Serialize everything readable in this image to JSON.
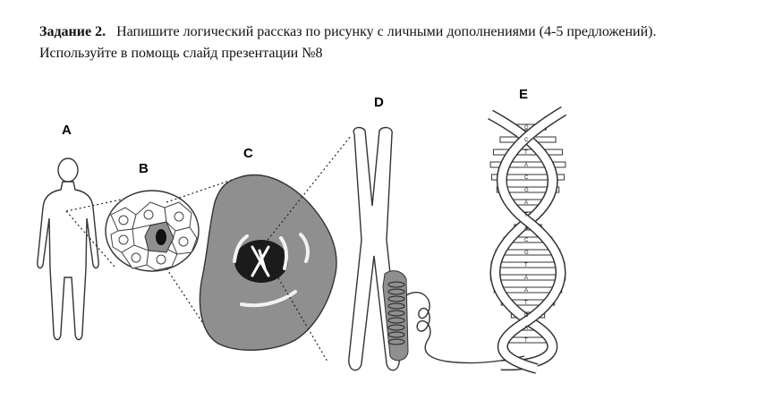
{
  "task": {
    "title": "Задание 2.",
    "instruction": "Напишите логический рассказ по рисунку с личными дополнениями  (4-5 предложений).",
    "hint": "Используйте в помощь слайд презентации №8"
  },
  "figure": {
    "labels": {
      "a": "A",
      "b": "B",
      "c": "C",
      "d": "D",
      "e": "E"
    },
    "rung_letters": [
      "G",
      "C",
      "T",
      "A",
      "C",
      "G",
      "A",
      "T",
      "A",
      "C",
      "G",
      "T",
      "A",
      "A",
      "T",
      "C",
      "A",
      "T"
    ]
  }
}
